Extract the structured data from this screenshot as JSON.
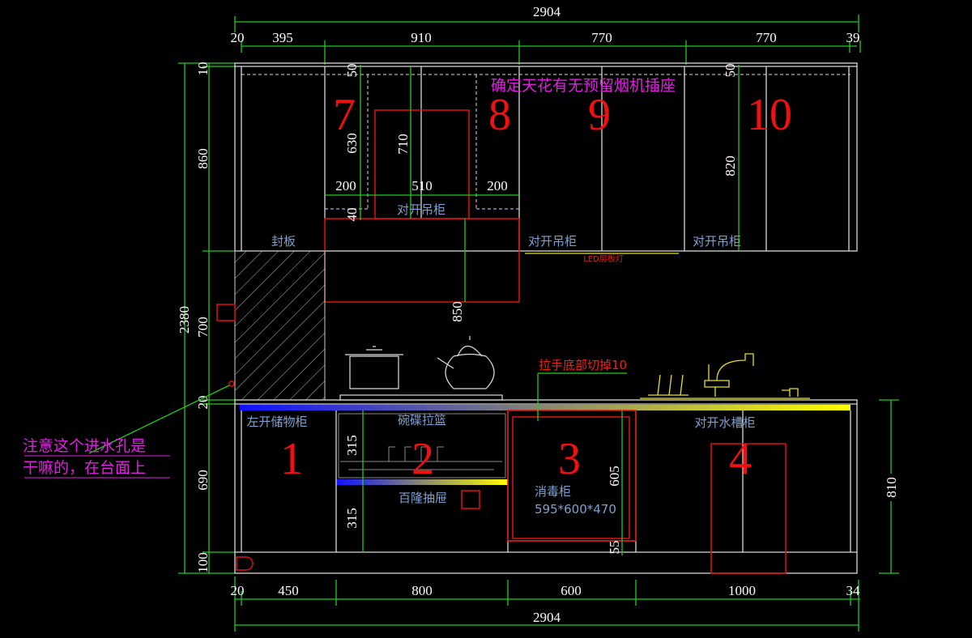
{
  "top_dims": {
    "total": "2904",
    "segments": [
      "20",
      "395",
      "910",
      "770",
      "770",
      "39"
    ]
  },
  "bottom_dims": {
    "total": "2904",
    "segments": [
      "20",
      "450",
      "800",
      "600",
      "1000",
      "34"
    ]
  },
  "left_dims": {
    "total": "2380",
    "segments": [
      "10",
      "860",
      "700",
      "20",
      "690",
      "100"
    ]
  },
  "right_dim": "810",
  "upper_dims": {
    "d50a": "50",
    "d50b": "50",
    "d630": "630",
    "d710": "710",
    "d200a": "200",
    "d510": "510",
    "d200b": "200",
    "d40": "40",
    "d820": "820",
    "d850": "850"
  },
  "lower_dims": {
    "d315a": "315",
    "d315b": "315",
    "d605": "605",
    "d55": "55"
  },
  "cabinet_numbers": [
    "1",
    "2",
    "3",
    "4",
    "7",
    "8",
    "9",
    "10"
  ],
  "labels": {
    "panel": "封板",
    "upper_double_1": "对开吊柜",
    "upper_double_2": "对开吊柜",
    "upper_double_3": "对开吊柜",
    "led": "LED层板灯",
    "left_storage": "左开储物柜",
    "dish_basket": "碗碟拉篮",
    "drawer": "百隆抽屉",
    "sterilizer": "消毒柜",
    "sterilizer_size": "595*600*470",
    "sink_cabinet": "对开水槽柜"
  },
  "notes": {
    "ceiling_socket": "确定天花有无预留烟机插座",
    "handle_cut": "拉手底部切掉10",
    "inlet_line1": "注意这个进水孔是",
    "inlet_line2": "干嘛的，在台面上"
  },
  "colors": {
    "dimension": "#1fcc1f",
    "outline": "#d8d8d8",
    "accent_red": "#e01010",
    "note": "#e020e0",
    "fixture": "#e8e020"
  }
}
